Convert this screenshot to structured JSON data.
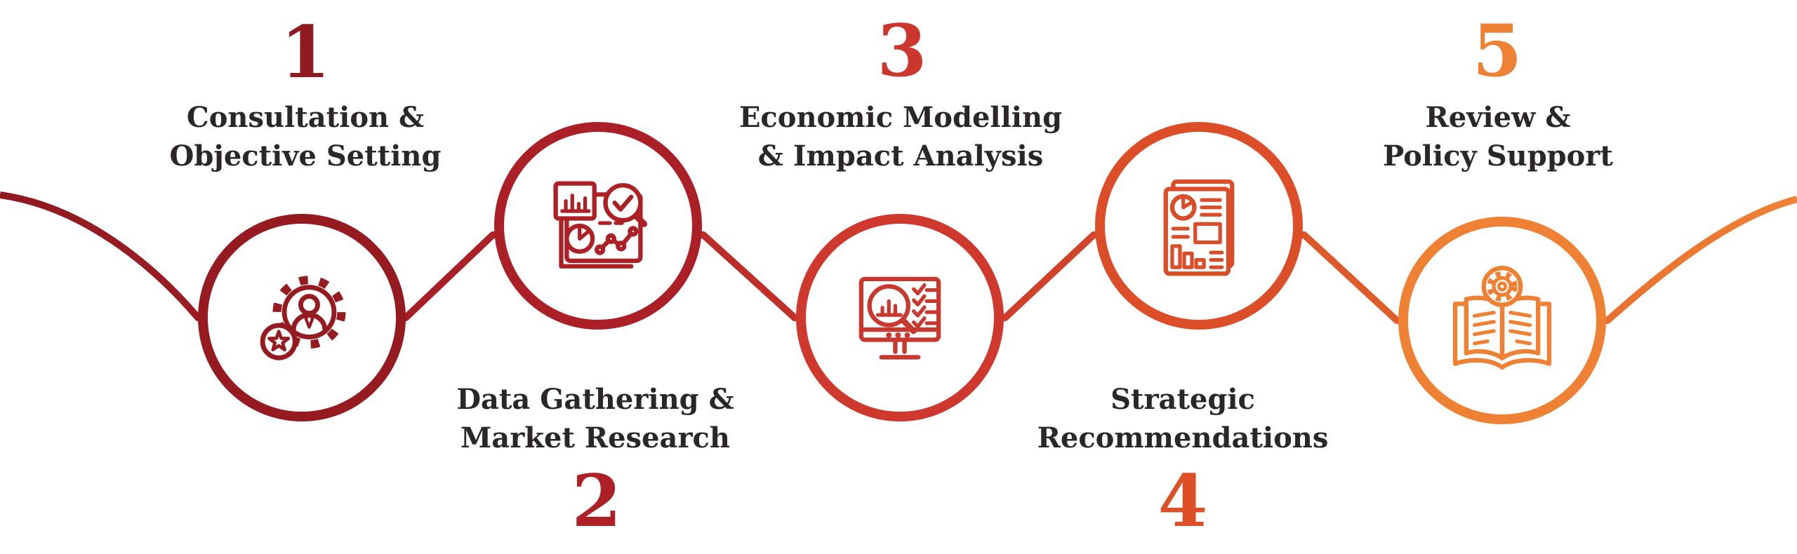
{
  "diagram": {
    "type": "process-infographic",
    "background_color": "#FFFFFF",
    "text_color": "#2B2728",
    "connector": {
      "shape": "wave-zigzag",
      "start_color": "#8F1A1F",
      "mid_color": "#C93529",
      "end_color": "#F08134"
    },
    "steps": [
      {
        "number": "1",
        "label": "Consultation &\nObjective Setting",
        "icon": "gear-person-star-icon",
        "color": "#8F1A1F",
        "label_position": "top"
      },
      {
        "number": "2",
        "label": "Data Gathering &\nMarket Research",
        "icon": "dashboard-charts-magnifier-check-icon",
        "color": "#AD2026",
        "label_position": "bottom"
      },
      {
        "number": "3",
        "label": "Economic Modelling\n& Impact Analysis",
        "icon": "monitor-barchart-magnifier-checklist-icon",
        "color": "#CB372C",
        "label_position": "top"
      },
      {
        "number": "4",
        "label": "Strategic\nRecommendations",
        "icon": "report-document-charts-icon",
        "color": "#DC4F27",
        "label_position": "bottom"
      },
      {
        "number": "5",
        "label": "Review &\nPolicy Support",
        "icon": "open-book-gear-icon",
        "color": "#EF8134",
        "label_position": "top"
      }
    ]
  }
}
